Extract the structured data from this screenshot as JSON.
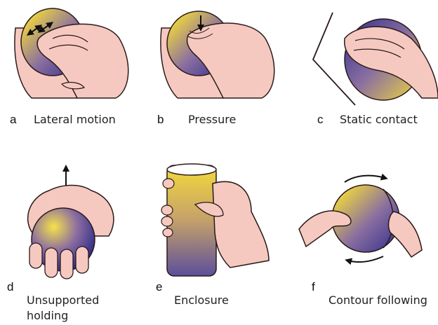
{
  "panels": [
    {
      "letter": "a",
      "caption": "Lateral motion"
    },
    {
      "letter": "b",
      "caption": "Pressure"
    },
    {
      "letter": "c",
      "caption": "Static contact"
    },
    {
      "letter": "d",
      "caption_line1": "Unsupported",
      "caption_line2": "holding"
    },
    {
      "letter": "e",
      "caption": "Enclosure"
    },
    {
      "letter": "f",
      "caption": "Contour following"
    }
  ],
  "colors": {
    "skin": "#f6c9c0",
    "skin_outline": "#2a1a1a",
    "object_yellow": "#f3da3a",
    "object_purple": "#3a3590"
  }
}
